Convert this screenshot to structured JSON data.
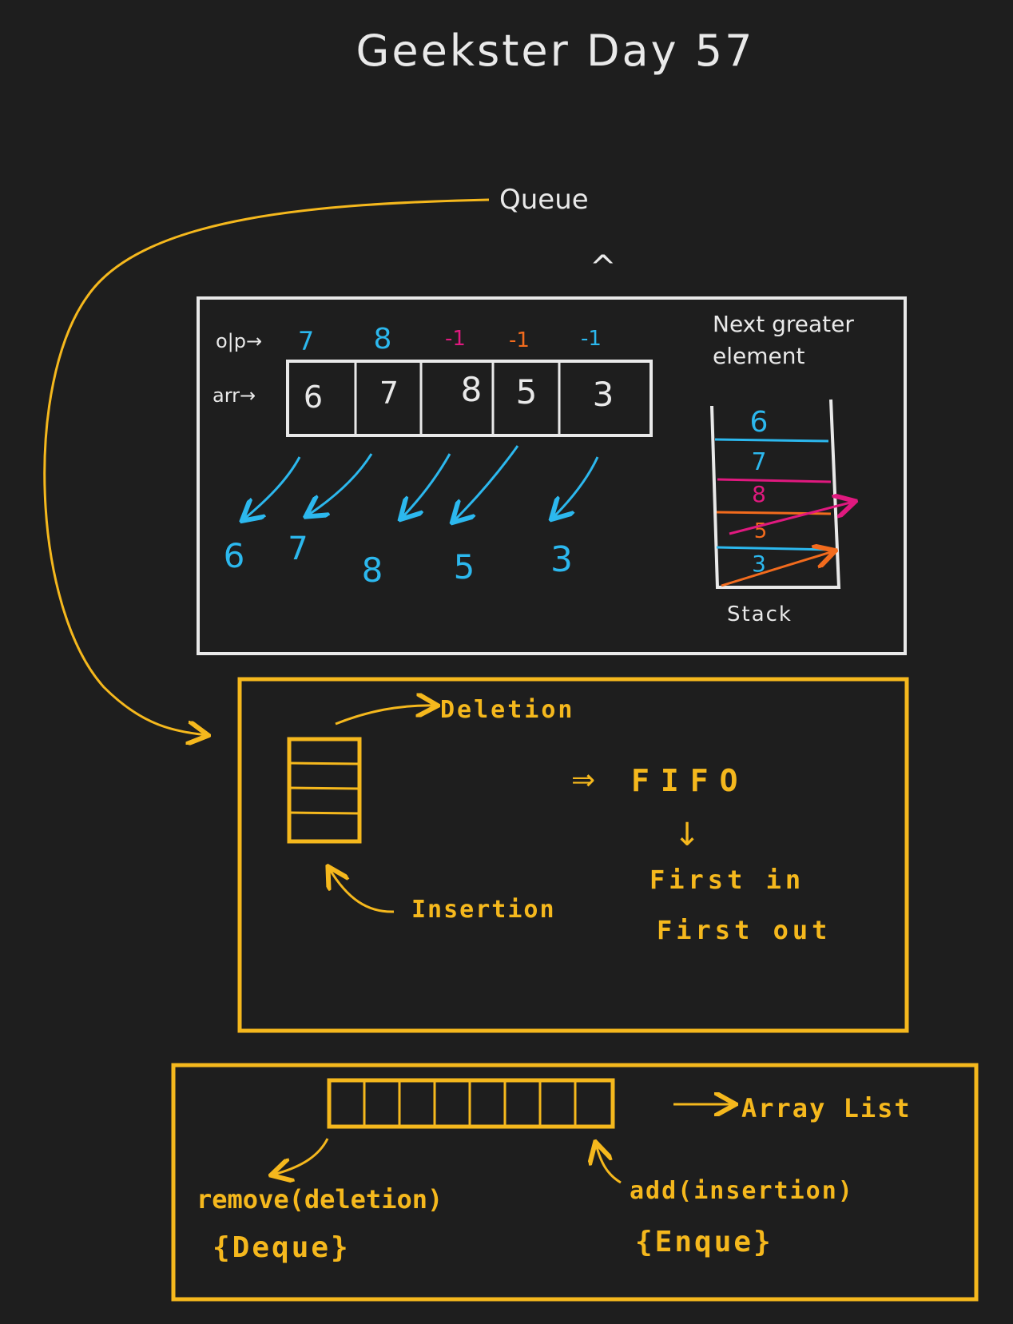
{
  "title": "Geekster Day 57",
  "colors": {
    "background": "#1e1e1e",
    "chalk": "#e9e9e9",
    "yellow": "#f5b81d",
    "blue": "#2cb8ee",
    "pink": "#e0197f",
    "orange": "#f26b1d"
  },
  "queue_label": "Queue",
  "caret": "^",
  "next_greater": {
    "title_line1": "Next greater",
    "title_line2": "element",
    "op_label": "o|p→",
    "arr_label": "arr→",
    "outputs": [
      "7",
      "8",
      "-1",
      "-1",
      "-1"
    ],
    "array": [
      "6",
      "7",
      "8",
      "5",
      "3"
    ],
    "traversal": [
      "6",
      "7",
      "8",
      "5",
      "3"
    ],
    "stack_items": [
      "6",
      "7",
      "8",
      "5",
      "3"
    ],
    "stack_label": "Stack"
  },
  "fifo_box": {
    "deletion": "Deletion",
    "insertion": "Insertion",
    "fifo": "FIFO",
    "fifo_prefix": "⇒",
    "down_arrow": "↓",
    "line1": "First in",
    "line2": "First out"
  },
  "arraylist_box": {
    "arraylist": "Array List",
    "remove": "remove(deletion)",
    "deque": "{Deque}",
    "add": "add(insertion)",
    "enque": "{Enque}"
  }
}
